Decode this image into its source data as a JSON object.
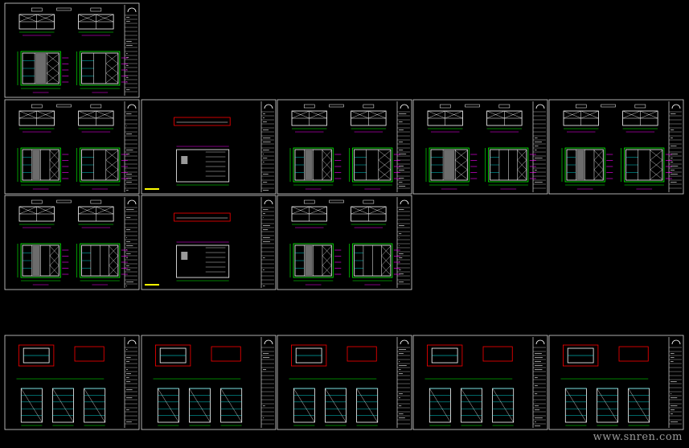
{
  "canvas": {
    "background": "#000000"
  },
  "palette": {
    "frame": "#d8d8d8",
    "line": "#ffffff",
    "dimension": "#00ff00",
    "annotation": "#ff00ff",
    "detail": "#00ffff",
    "highlight": "#ff0000",
    "hatch": "#ffff00",
    "fill": "#9a9a9a"
  },
  "sheets": [
    {
      "id": "s01",
      "views": "elev-plan"
    },
    {
      "id": "s02",
      "views": "elev-plan"
    },
    {
      "id": "s03",
      "views": "single"
    },
    {
      "id": "s04",
      "views": "elev-plan"
    },
    {
      "id": "s05",
      "views": "elev-plan"
    },
    {
      "id": "s06",
      "views": "elev-plan"
    },
    {
      "id": "s07",
      "views": "elev-plan"
    },
    {
      "id": "s08",
      "views": "single"
    },
    {
      "id": "s09",
      "views": "elev-plan"
    },
    {
      "id": "s10",
      "views": "detail"
    },
    {
      "id": "s11",
      "views": "detail"
    },
    {
      "id": "s12",
      "views": "detail"
    },
    {
      "id": "s13",
      "views": "detail"
    },
    {
      "id": "s14",
      "views": "detail"
    }
  ],
  "watermark": "www.snren.com"
}
